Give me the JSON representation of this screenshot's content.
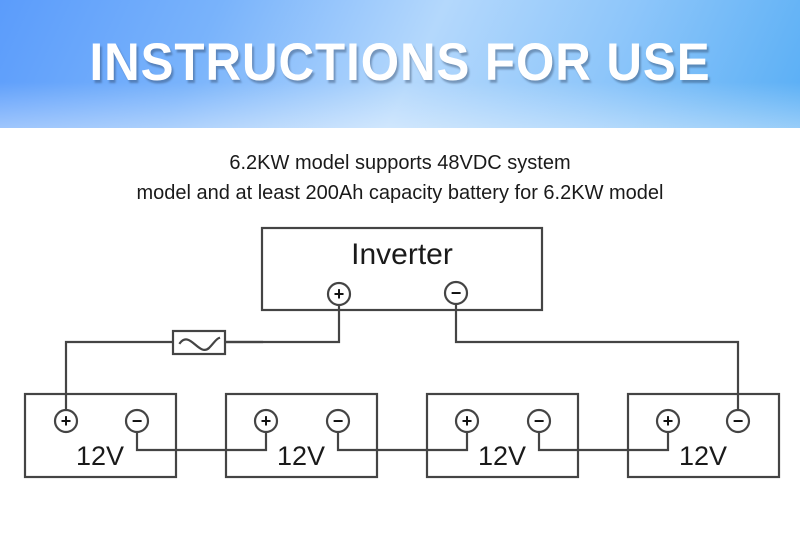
{
  "header": {
    "title": "INSTRUCTIONS FOR USE",
    "gradient_from": "#5b9cfb",
    "gradient_to": "#58aef5",
    "title_color": "#ffffff"
  },
  "description": {
    "line1": "6.2KW model supports 48VDC system",
    "line2": "model and at least 200Ah capacity battery for 6.2KW model"
  },
  "diagram": {
    "type": "wiring-diagram",
    "stroke_color": "#444444",
    "inverter": {
      "label": "Inverter",
      "terminals": [
        {
          "name": "positive",
          "glyph": "+"
        },
        {
          "name": "negative",
          "glyph": "−"
        }
      ]
    },
    "fuse": {
      "name": "fuse",
      "symbol": "sine-wave"
    },
    "batteries": [
      {
        "label": "12V",
        "positive": "+",
        "negative": "−"
      },
      {
        "label": "12V",
        "positive": "+",
        "negative": "−"
      },
      {
        "label": "12V",
        "positive": "+",
        "negative": "−"
      },
      {
        "label": "12V",
        "positive": "+",
        "negative": "−"
      }
    ]
  }
}
